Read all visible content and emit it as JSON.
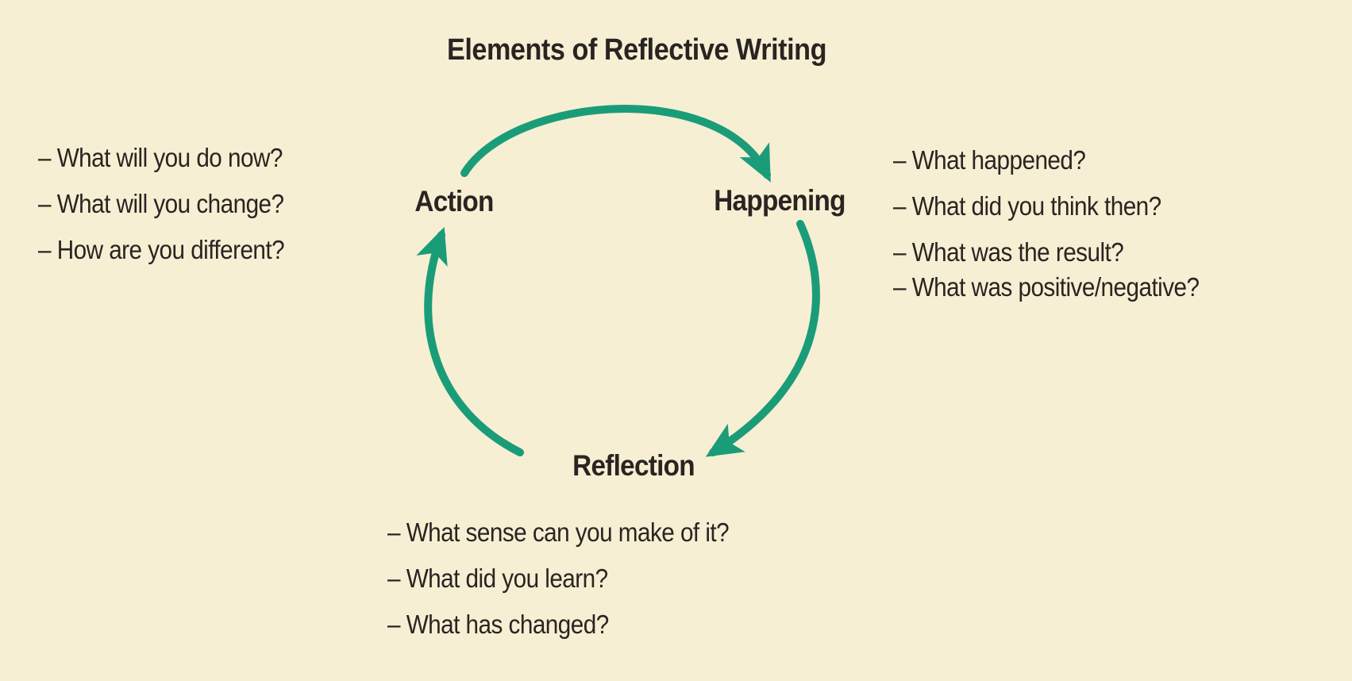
{
  "title": "Elements of Reflective Writing",
  "palette": {
    "background": "#f6efd4",
    "arrow": "#1b9c78",
    "text": "#2a2421"
  },
  "cycle": {
    "nodes": [
      {
        "id": "action",
        "label": "Action"
      },
      {
        "id": "happening",
        "label": "Happening"
      },
      {
        "id": "reflection",
        "label": "Reflection"
      }
    ],
    "edges": [
      {
        "from": "Action",
        "to": "Happening"
      },
      {
        "from": "Happening",
        "to": "Reflection"
      },
      {
        "from": "Reflection",
        "to": "Action"
      }
    ]
  },
  "lists": {
    "action": {
      "items": [
        "– What will you do now?",
        "– What will you change?",
        "– How are you different?"
      ]
    },
    "happening": {
      "items": [
        "– What happened?",
        "– What did you think then?",
        "– What was the result?",
        "– What was positive/negative?"
      ]
    },
    "reflection": {
      "items": [
        "– What sense can you make of it?",
        "– What did you learn?",
        "– What has changed?"
      ]
    }
  }
}
